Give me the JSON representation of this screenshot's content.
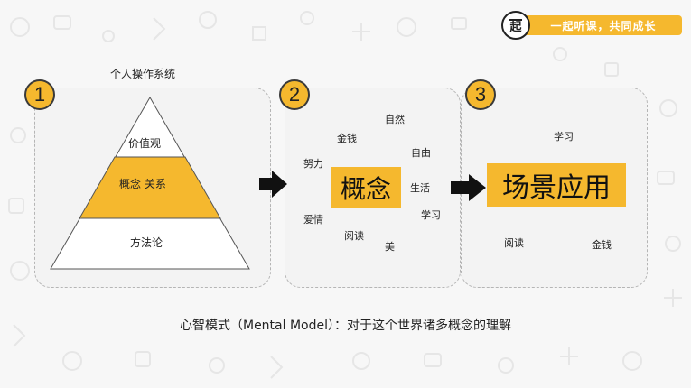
{
  "brand": {
    "logo_char": "起",
    "tagline": "一起听课，共同成长"
  },
  "steps": [
    {
      "number": "1"
    },
    {
      "number": "2"
    },
    {
      "number": "3"
    }
  ],
  "pyramid": {
    "title": "个人操作系统",
    "levels": [
      "价值观",
      "概念 关系",
      "方法论"
    ]
  },
  "concepts": {
    "center": "概念",
    "words": [
      "自然",
      "金钱",
      "努力",
      "自由",
      "生活",
      "爱情",
      "学习",
      "阅读",
      "美"
    ]
  },
  "application": {
    "center": "场景应用",
    "words": [
      "学习",
      "阅读",
      "金钱"
    ]
  },
  "caption": "心智模式（Mental Model）：对于这个世界诸多概念的理解",
  "colors": {
    "accent": "#f5b82e",
    "border": "#b5b5b5",
    "dark": "#222222"
  },
  "icons": [
    "arrow-right-icon",
    "background-doodle-icons"
  ]
}
